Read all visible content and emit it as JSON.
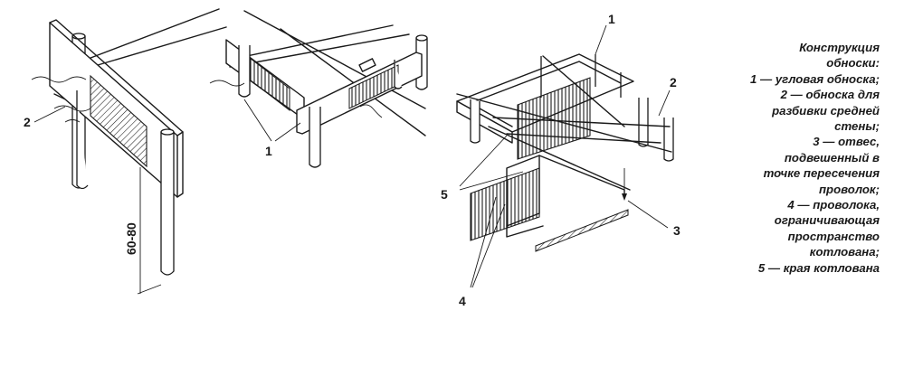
{
  "figures": {
    "left": {
      "callout_2": "2",
      "dimension": "60-80"
    },
    "middle": {
      "callout_1": "1"
    },
    "right": {
      "callout_1": "1",
      "callout_2": "2",
      "callout_3": "3",
      "callout_4": "4",
      "callout_5": "5"
    }
  },
  "legend": {
    "lines": [
      "Конструкция",
      "обноски:",
      "1 — угловая обноска;",
      "2 — обноска для",
      "разбивки средней",
      "стены;",
      "3 — отвес,",
      "подвешенный в",
      "точке пересечения",
      "проволок;",
      "4 — проволока,",
      "ограничивающая",
      "пространство",
      "котлована;",
      "5 — края котлована"
    ]
  },
  "colors": {
    "ink": "#1a1a1a",
    "background": "#ffffff"
  }
}
